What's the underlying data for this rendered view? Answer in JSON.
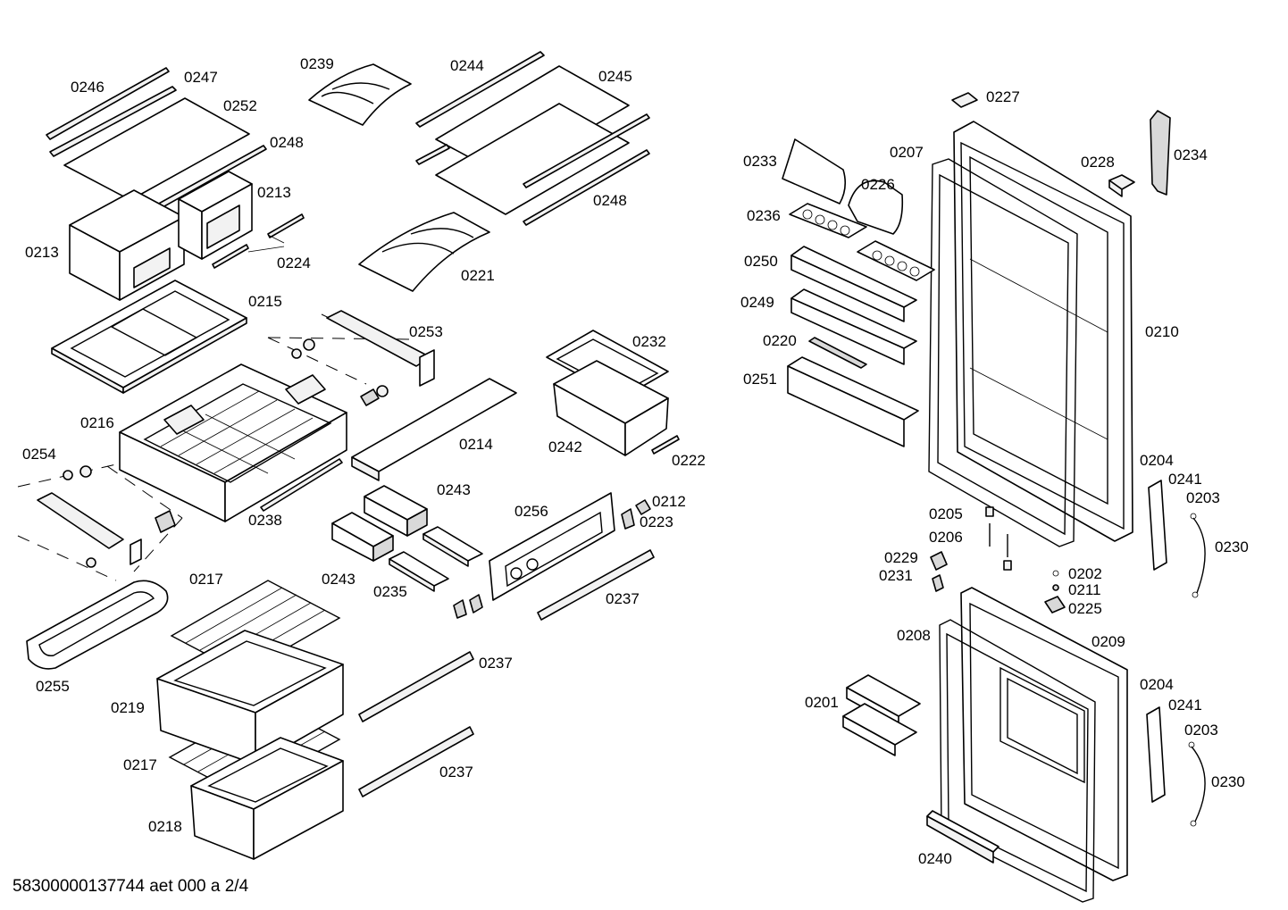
{
  "labels": {
    "l0246": "0246",
    "l0247": "0247",
    "l0252": "0252",
    "l0248a": "0248",
    "l0213a": "0213",
    "l0213b": "0213",
    "l0224": "0224",
    "l0215": "0215",
    "l0239": "0239",
    "l0244": "0244",
    "l0245": "0245",
    "l0248b": "0248",
    "l0221": "0221",
    "l0253": "0253",
    "l0232": "0232",
    "l0216": "0216",
    "l0214": "0214",
    "l0242": "0242",
    "l0222": "0222",
    "l0254": "0254",
    "l0238": "0238",
    "l0243a": "0243",
    "l0243b": "0243",
    "l0256": "0256",
    "l0212": "0212",
    "l0223": "0223",
    "l0235": "0235",
    "l0237a": "0237",
    "l0237b": "0237",
    "l0237c": "0237",
    "l0217a": "0217",
    "l0217b": "0217",
    "l0255": "0255",
    "l0219": "0219",
    "l0218": "0218",
    "l0227": "0227",
    "l0207": "0207",
    "l0233": "0233",
    "l0226": "0226",
    "l0228": "0228",
    "l0234": "0234",
    "l0236": "0236",
    "l0250": "0250",
    "l0249": "0249",
    "l0220": "0220",
    "l0251": "0251",
    "l0210": "0210",
    "l0204a": "0204",
    "l0241a": "0241",
    "l0203a": "0203",
    "l0230a": "0230",
    "l0205": "0205",
    "l0206": "0206",
    "l0229": "0229",
    "l0231": "0231",
    "l0202": "0202",
    "l0211": "0211",
    "l0225": "0225",
    "l0208": "0208",
    "l0209": "0209",
    "l0204b": "0204",
    "l0241b": "0241",
    "l0203b": "0203",
    "l0230b": "0230",
    "l0201": "0201",
    "l0240": "0240"
  },
  "footer": {
    "document_id": "58300000137744 aet 000 a 2/4"
  }
}
